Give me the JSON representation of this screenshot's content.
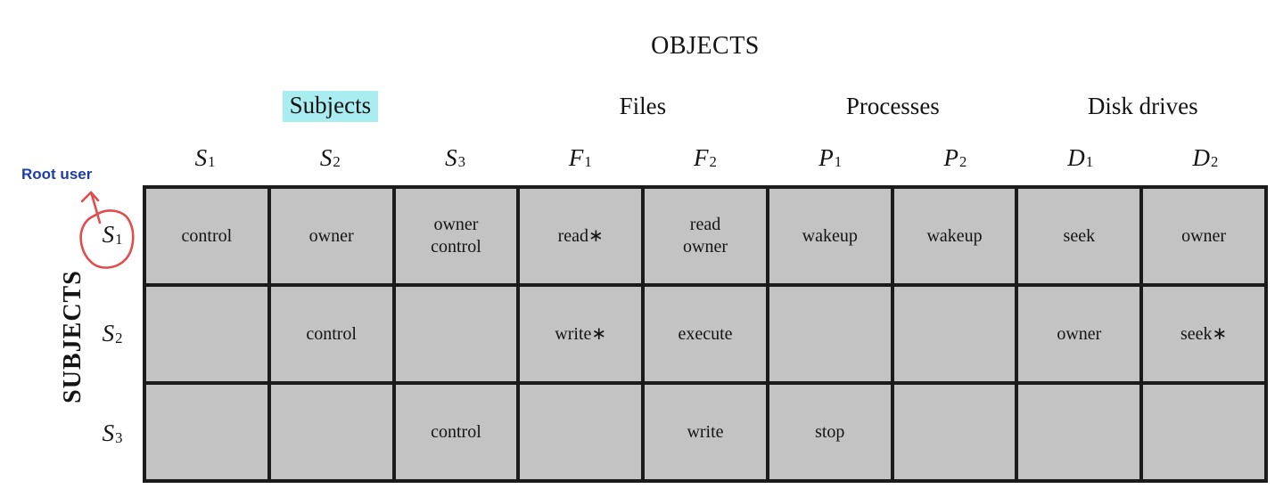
{
  "title": "OBJECTS",
  "side_title": "SUBJECTS",
  "annotation": {
    "root_user_label": "Root user"
  },
  "groups": [
    {
      "label": "Subjects",
      "highlighted": true,
      "columns": 3
    },
    {
      "label": "Files",
      "highlighted": false,
      "columns": 2
    },
    {
      "label": "Processes",
      "highlighted": false,
      "columns": 2
    },
    {
      "label": "Disk drives",
      "highlighted": false,
      "columns": 2
    }
  ],
  "columns": [
    {
      "base": "S",
      "sub": "1"
    },
    {
      "base": "S",
      "sub": "2"
    },
    {
      "base": "S",
      "sub": "3"
    },
    {
      "base": "F",
      "sub": "1"
    },
    {
      "base": "F",
      "sub": "2"
    },
    {
      "base": "P",
      "sub": "1"
    },
    {
      "base": "P",
      "sub": "2"
    },
    {
      "base": "D",
      "sub": "1"
    },
    {
      "base": "D",
      "sub": "2"
    }
  ],
  "rows": [
    {
      "label": {
        "base": "S",
        "sub": "1"
      },
      "circled": true,
      "cells": [
        "control",
        "owner",
        "owner\ncontrol",
        "read∗",
        "read\nowner",
        "wakeup",
        "wakeup",
        "seek",
        "owner"
      ]
    },
    {
      "label": {
        "base": "S",
        "sub": "2"
      },
      "circled": false,
      "cells": [
        "",
        "control",
        "",
        "write∗",
        "execute",
        "",
        "",
        "owner",
        "seek∗"
      ]
    },
    {
      "label": {
        "base": "S",
        "sub": "3"
      },
      "circled": false,
      "cells": [
        "",
        "",
        "control",
        "",
        "write",
        "stop",
        "",
        "",
        ""
      ]
    }
  ],
  "colors": {
    "highlight": "#a9edf0",
    "annotation_red": "#e14c4c",
    "annotation_blue": "#1e3ca8",
    "cell_bg": "#c3c3c3",
    "grid_border": "#1b1b1b"
  }
}
